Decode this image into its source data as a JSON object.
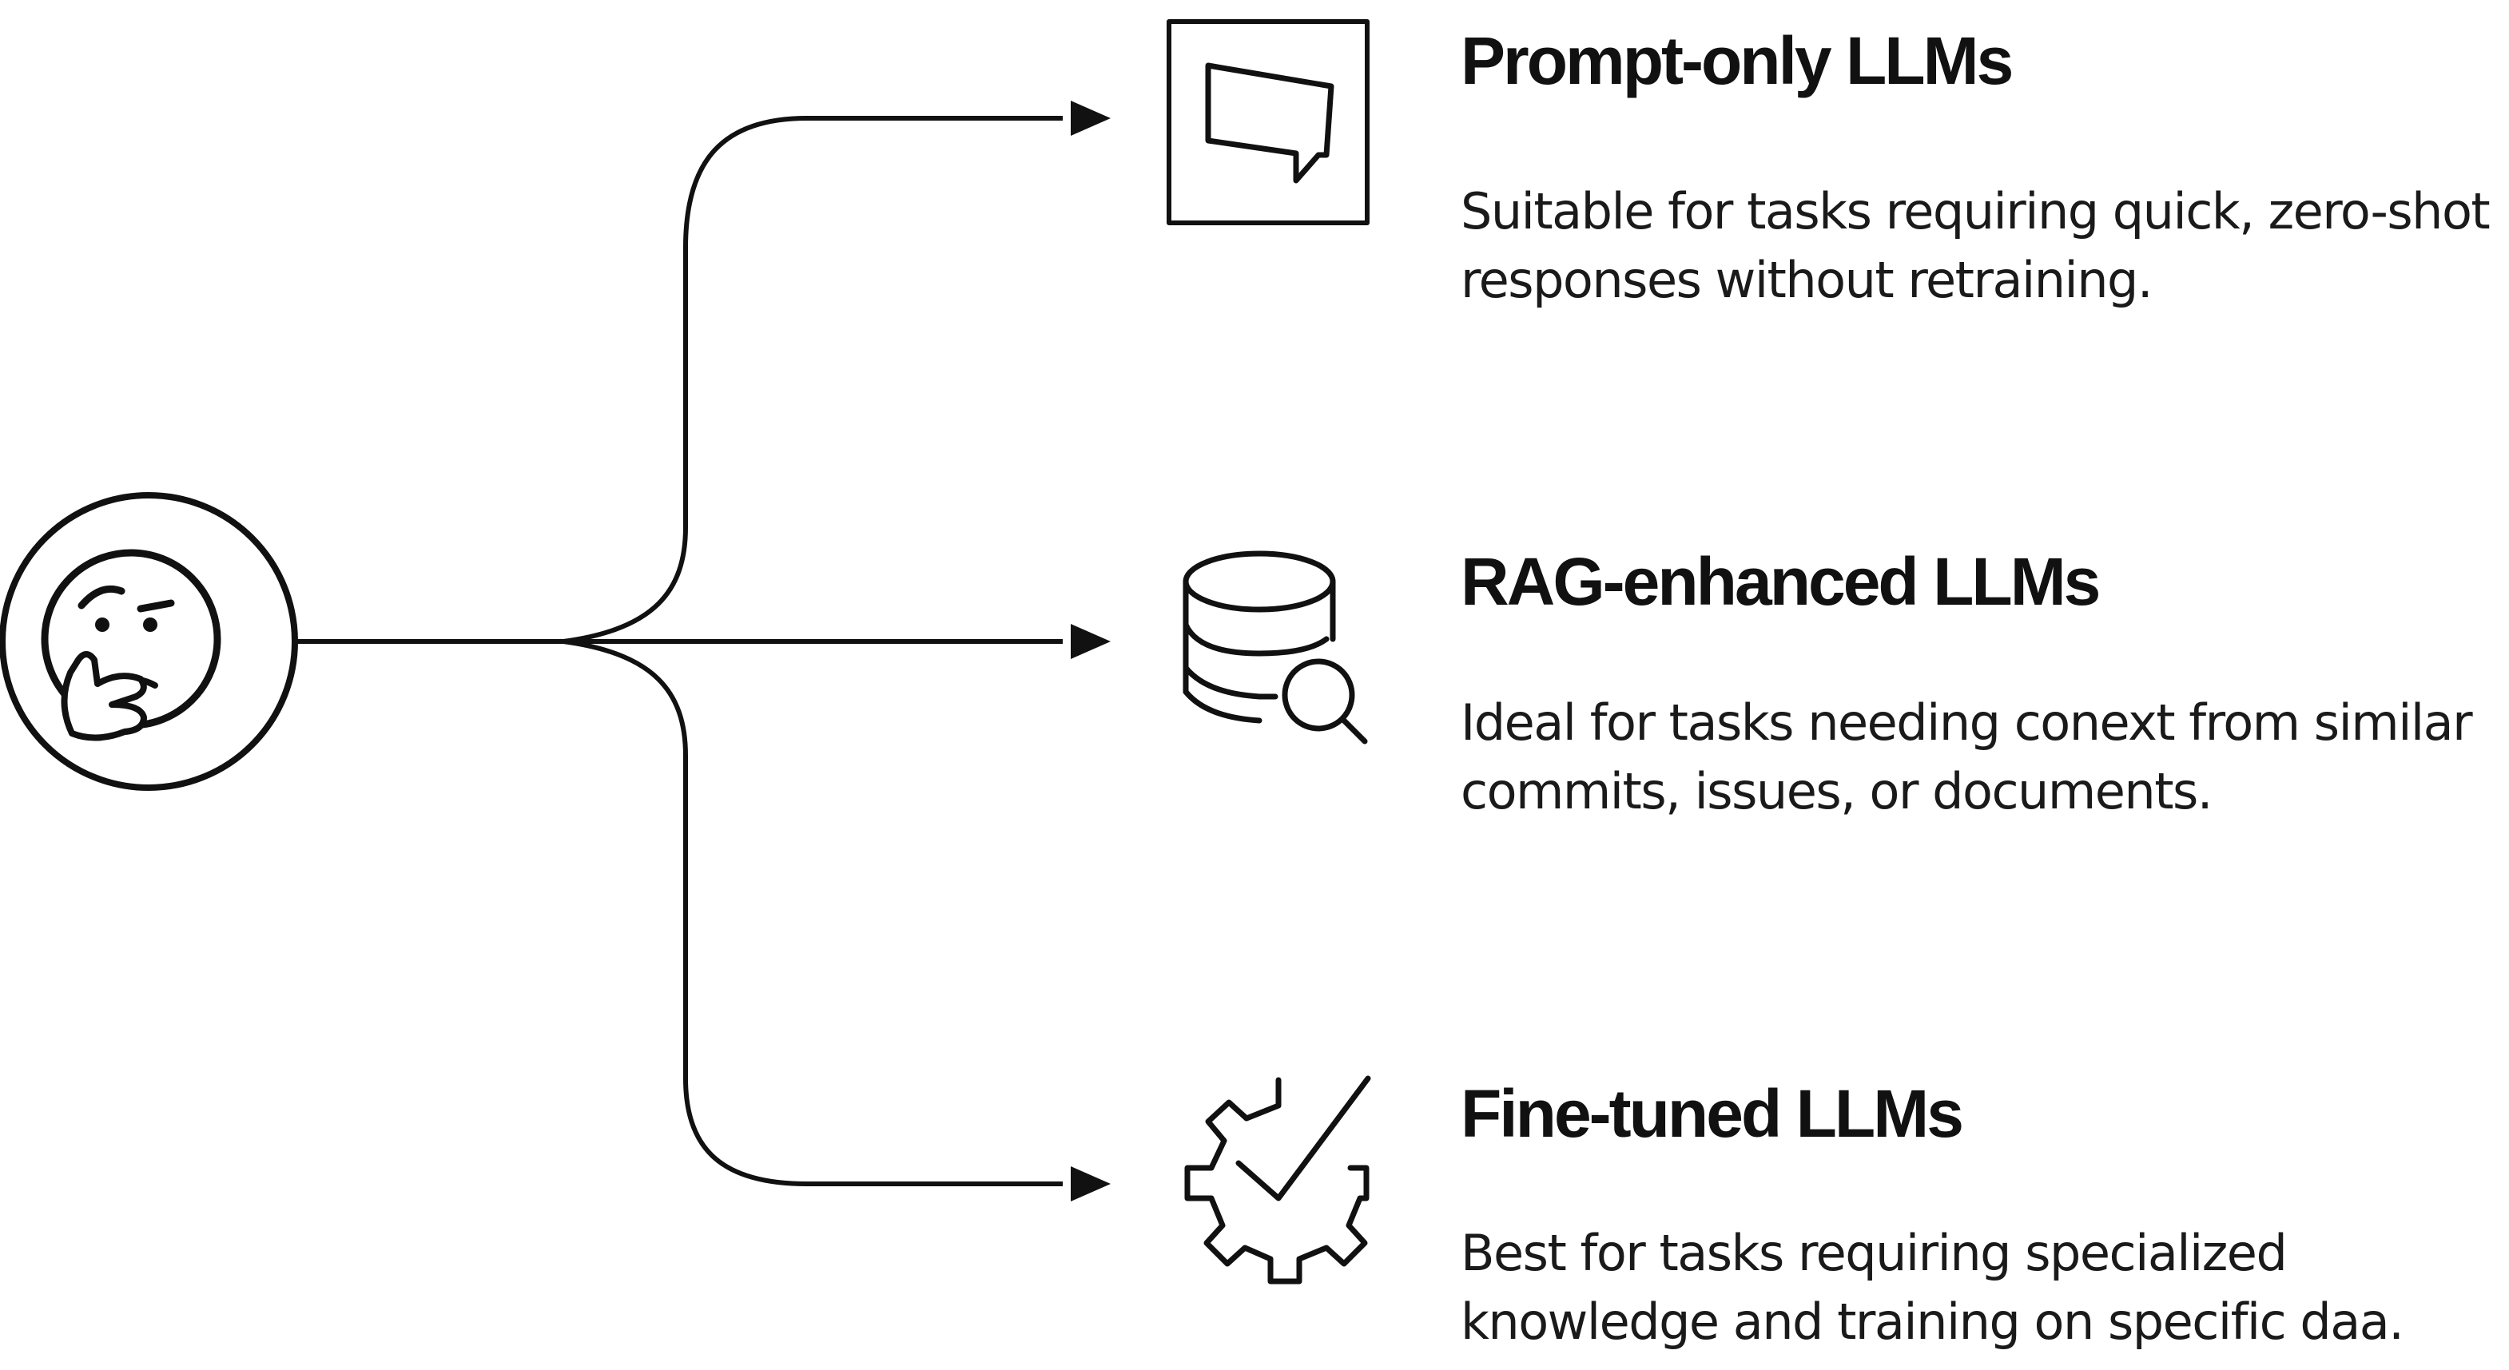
{
  "options": [
    {
      "title": "Prompt-only LLMs",
      "description": "Suitable for tasks requiring quick, zero-shot responses without retraining.",
      "icon": "chat-bubble-icon"
    },
    {
      "title": "RAG-enhanced LLMs",
      "description": "Ideal for tasks needing conext from similar commits, issues, or documents.",
      "icon": "database-search-icon"
    },
    {
      "title": "Fine-tuned LLMs",
      "description": "Best for tasks requiring specialized knowledge and training on specific daa.",
      "icon": "gear-check-icon"
    }
  ],
  "root_icon": "thinking-face-icon",
  "colors": {
    "line": "#111111",
    "background": "#ffffff"
  }
}
